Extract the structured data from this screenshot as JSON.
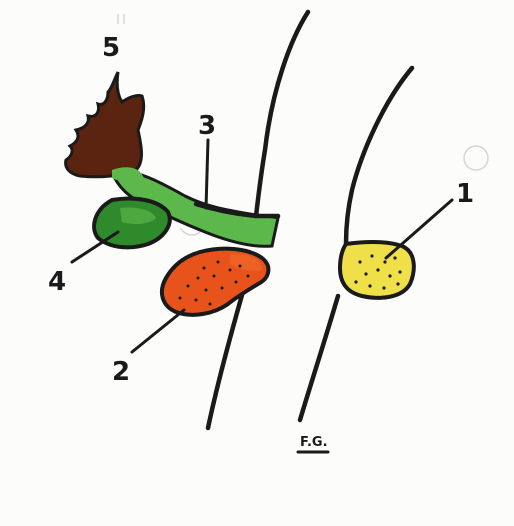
{
  "labels": {
    "one": "1",
    "two": "2",
    "three": "3",
    "four": "4",
    "five": "5"
  },
  "signature": "F.G.",
  "colors": {
    "yellow_structure": "#efe04a",
    "orange_structure": "#e8531c",
    "green_branch": "#5cb84a",
    "dark_green_lobe": "#2f8a2c",
    "brown_branches": "#5a2410",
    "outline": "#1a1a1a"
  }
}
